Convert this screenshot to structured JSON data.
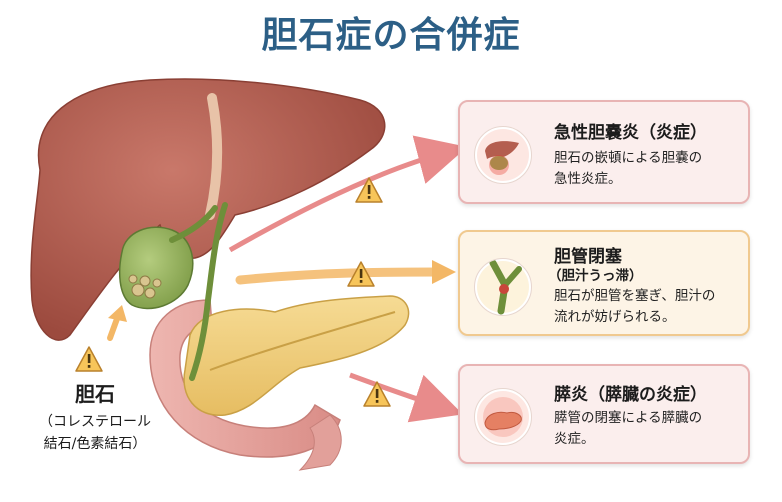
{
  "title": "胆石症の合併症",
  "colors": {
    "title": "#2c5f86",
    "card_bg": "#fbeeed",
    "card_bg_middle": "#fdf4e6",
    "card_border_pink": "#e8b4b4",
    "card_border_orange": "#f0c98f",
    "arrow_pink": "#e88b8b",
    "arrow_orange": "#f3b766",
    "warning_fill": "#f7c55a",
    "warning_stroke": "#b9812c",
    "liver": "#b45e4f",
    "gallbladder": "#8fb05a",
    "pancreas": "#f0cf7c",
    "duodenum": "#e7a6a0"
  },
  "stone_label": {
    "title": "胆石",
    "sub_line1": "（コレステロール",
    "sub_line2": "結石/色素結石）"
  },
  "cards": [
    {
      "title": "急性胆嚢炎（炎症）",
      "subtitle": "",
      "desc_line1": "胆石の嵌頓による胆嚢の",
      "desc_line2": "急性炎症。",
      "icon": "inflamed-gallbladder-icon"
    },
    {
      "title": "胆管閉塞",
      "subtitle": "（胆汁うっ滞）",
      "desc_line1": "胆石が胆管を塞ぎ、胆汁の",
      "desc_line2": "流れが妨げられる。",
      "icon": "blocked-bile-duct-icon"
    },
    {
      "title": "膵炎（膵臓の炎症）",
      "subtitle": "",
      "desc_line1": "膵管の閉塞による膵臓の",
      "desc_line2": "炎症。",
      "icon": "inflamed-pancreas-icon"
    }
  ],
  "icons": [
    "warning-icon",
    "liver-illustration",
    "gallbladder-illustration",
    "pancreas-illustration",
    "duodenum-illustration"
  ]
}
